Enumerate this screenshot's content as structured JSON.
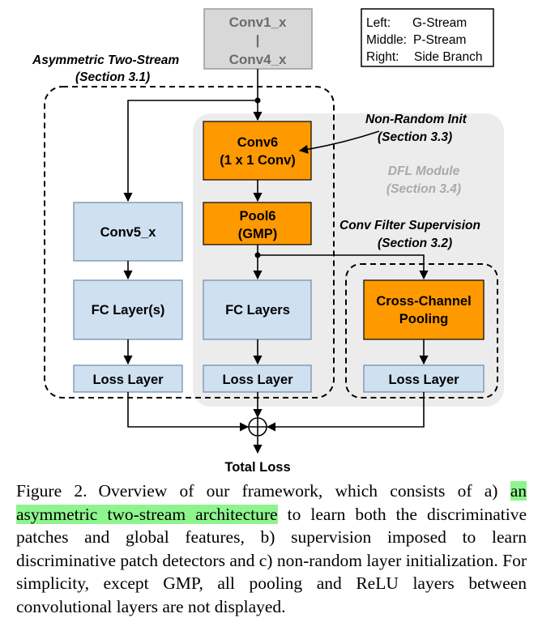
{
  "diagram": {
    "top_block": {
      "line1": "Conv1_x",
      "line2": "|",
      "line3": "Conv4_x"
    },
    "legend": {
      "left": "Left:",
      "left_value": "G-Stream",
      "middle": "Middle:",
      "middle_value": "P-Stream",
      "right": "Right:",
      "right_value": "Side Branch"
    },
    "asym_label": {
      "line1": "Asymmetric Two-Stream",
      "line2": "(Section 3.1)"
    },
    "nonrandom_label": {
      "line1": "Non-Random Init",
      "line2": "(Section 3.3)"
    },
    "dfl_label": {
      "line1": "DFL Module",
      "line2": "(Section 3.4)"
    },
    "filter_sup_label": {
      "line1": "Conv Filter Supervision",
      "line2": "(Section 3.2)"
    },
    "conv6": {
      "line1": "Conv6",
      "line2": "(1 x 1 Conv)"
    },
    "pool6": {
      "line1": "Pool6",
      "line2": "(GMP)"
    },
    "conv5": "Conv5_x",
    "fc_left": "FC Layer(s)",
    "fc_middle": "FC Layers",
    "ccp": {
      "line1": "Cross-Channel",
      "line2": "Pooling"
    },
    "loss_left": "Loss Layer",
    "loss_middle": "Loss Layer",
    "loss_right": "Loss Layer",
    "total_loss": "Total Loss"
  },
  "caption": {
    "figure_label": "Figure 2.",
    "text_before": "Overview of our framework, which consists of a) ",
    "highlight": "an asymmetric two-stream architecture",
    "text_after": " to learn both the discriminative patches and global features, b) supervision imposed to learn discriminative patch detectors and c) non-random layer initialization. For simplicity, except GMP, all pooling and ReLU layers between convolutional layers are not displayed."
  },
  "colors": {
    "blue_box": "#cfe0f1",
    "orange_box": "#ff9900",
    "gray_box": "#d8d8d8",
    "dfl_bg": "#ececec",
    "highlight": "#8ef58e"
  }
}
